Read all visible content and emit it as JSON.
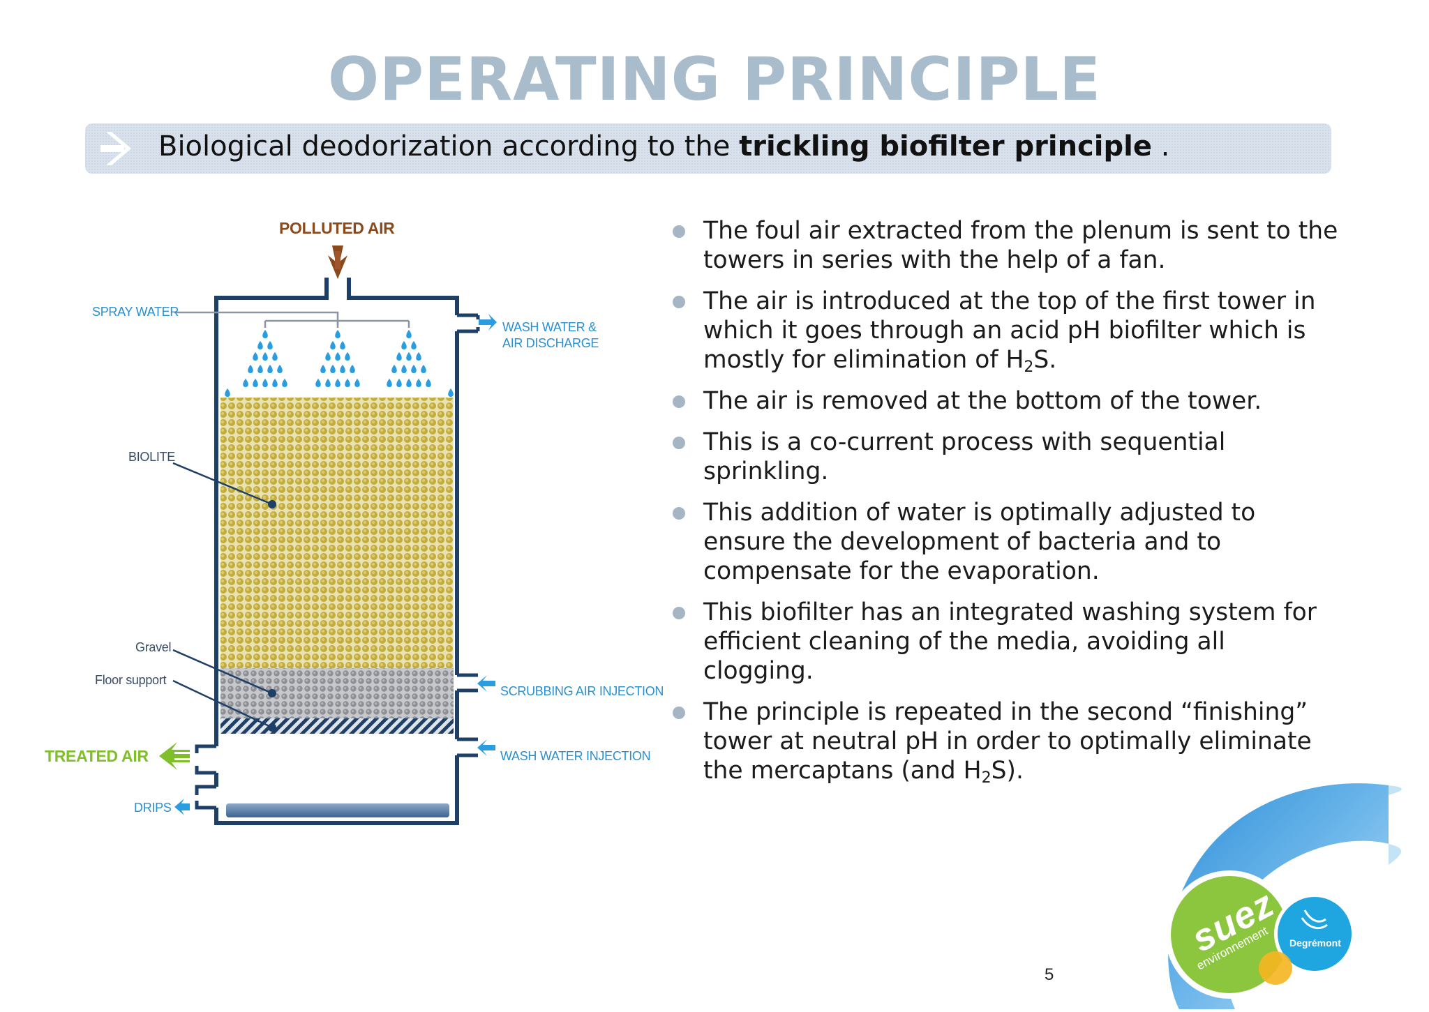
{
  "title": "OPERATING PRINCIPLE",
  "subtitle": {
    "prefix": "Biological deodorization according to the ",
    "bold": "trickling biofilter principle",
    "suffix": " ."
  },
  "diagram": {
    "polluted_air": "POLLUTED AIR",
    "spray_water": "SPRAY WATER",
    "wash_water_discharge_1": "WASH WATER &",
    "wash_water_discharge_2": "AIR DISCHARGE",
    "biolite": "BIOLITE",
    "gravel": "Gravel",
    "floor_support": "Floor support",
    "scrubbing_air_injection": "SCRUBBING AIR INJECTION",
    "treated_air": "TREATED AIR",
    "wash_water_injection": "WASH WATER INJECTION",
    "drips": "DRIPS"
  },
  "bullets": {
    "b1": "The foul air extracted from the plenum is sent to the towers in series with the help of a fan.",
    "b2_pre": "The air is introduced at the top of the first tower in which it goes through an acid pH biofilter which is mostly for elimination of H",
    "b2_sub": "2",
    "b2_post": "S.",
    "b3": "The air is removed at the bottom of the tower.",
    "b4": "This is a co-current process with sequential sprinkling.",
    "b5": "This addition of water is optimally adjusted to ensure the development of bacteria and to compensate for the evaporation.",
    "b6": "This biofilter has an integrated washing system for efficient cleaning of the media, avoiding all clogging.",
    "b7_pre": "The principle is repeated in the second “finishing” tower at neutral pH in order to optimally eliminate the mercaptans (and H",
    "b7_sub": "2",
    "b7_post": "S)."
  },
  "page_number": "5",
  "logo": {
    "brand": "suez",
    "tagline": "environnement",
    "partner": "Degrémont"
  },
  "colors": {
    "title": "#a9bccb",
    "bar": "#d9e2ec",
    "tower_outline": "#1e3f66",
    "biolite": "#c9b446",
    "water": "#2a9de0",
    "treated_air": "#7fbf2a",
    "polluted_air": "#8b4a1c"
  }
}
